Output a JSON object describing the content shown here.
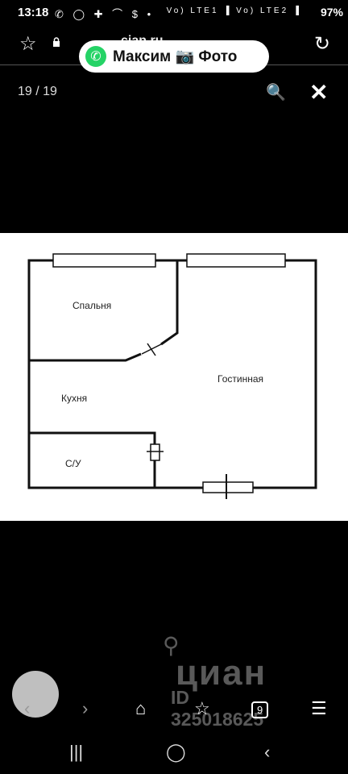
{
  "status_bar": {
    "time": "13:18",
    "left_icons": "✆ ◯ ✚ ⌒ $ •",
    "right_icons": "Vo) LTE1 ▐ Vo) LTE2 ▐",
    "battery": "97%"
  },
  "browser": {
    "url": "cian.ru"
  },
  "contact_chip": {
    "label": "Максим 📷 Фото"
  },
  "viewer": {
    "counter": "19 / 19"
  },
  "floorplan": {
    "rooms": {
      "bedroom": "Спальня",
      "living": "Гостинная",
      "kitchen": "Кухня",
      "bathroom": "С/У"
    }
  },
  "watermark": {
    "brand": "циан",
    "id": "ID 325018625"
  },
  "icons": [
    "star-icon",
    "lock-icon",
    "refresh-icon",
    "whatsapp-icon",
    "zoom-icon",
    "close-icon",
    "back-icon",
    "forward-icon",
    "home-icon",
    "bookmark-add-icon",
    "tabs-icon",
    "menu-icon",
    "recent-apps-icon",
    "home-circle-icon",
    "nav-back-icon"
  ],
  "toolbar": {
    "tabs_count": "9"
  }
}
